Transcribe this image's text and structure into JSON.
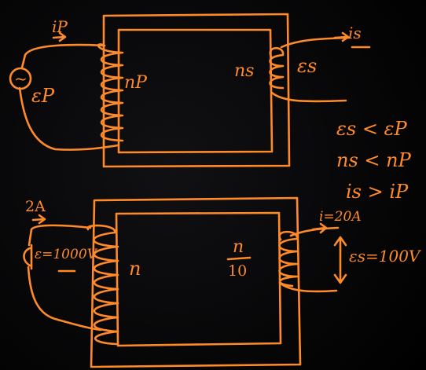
{
  "diagram": {
    "ink_color": "#ff8a2a",
    "background": "#000000",
    "top": {
      "ip": "iP",
      "is": "is",
      "source_symbol": "~",
      "ep": "εP",
      "np": "nP",
      "ns": "ns",
      "es": "εs"
    },
    "relations": [
      "εs < εP",
      "ns < nP",
      "is > iP"
    ],
    "bottom": {
      "input_current": "2A",
      "source_emf": "ε=1000V",
      "primary_turns": "n",
      "secondary_turns_num": "n",
      "secondary_turns_den": "10",
      "output_current": "i=20A",
      "output_emf": "εs=100V"
    }
  }
}
